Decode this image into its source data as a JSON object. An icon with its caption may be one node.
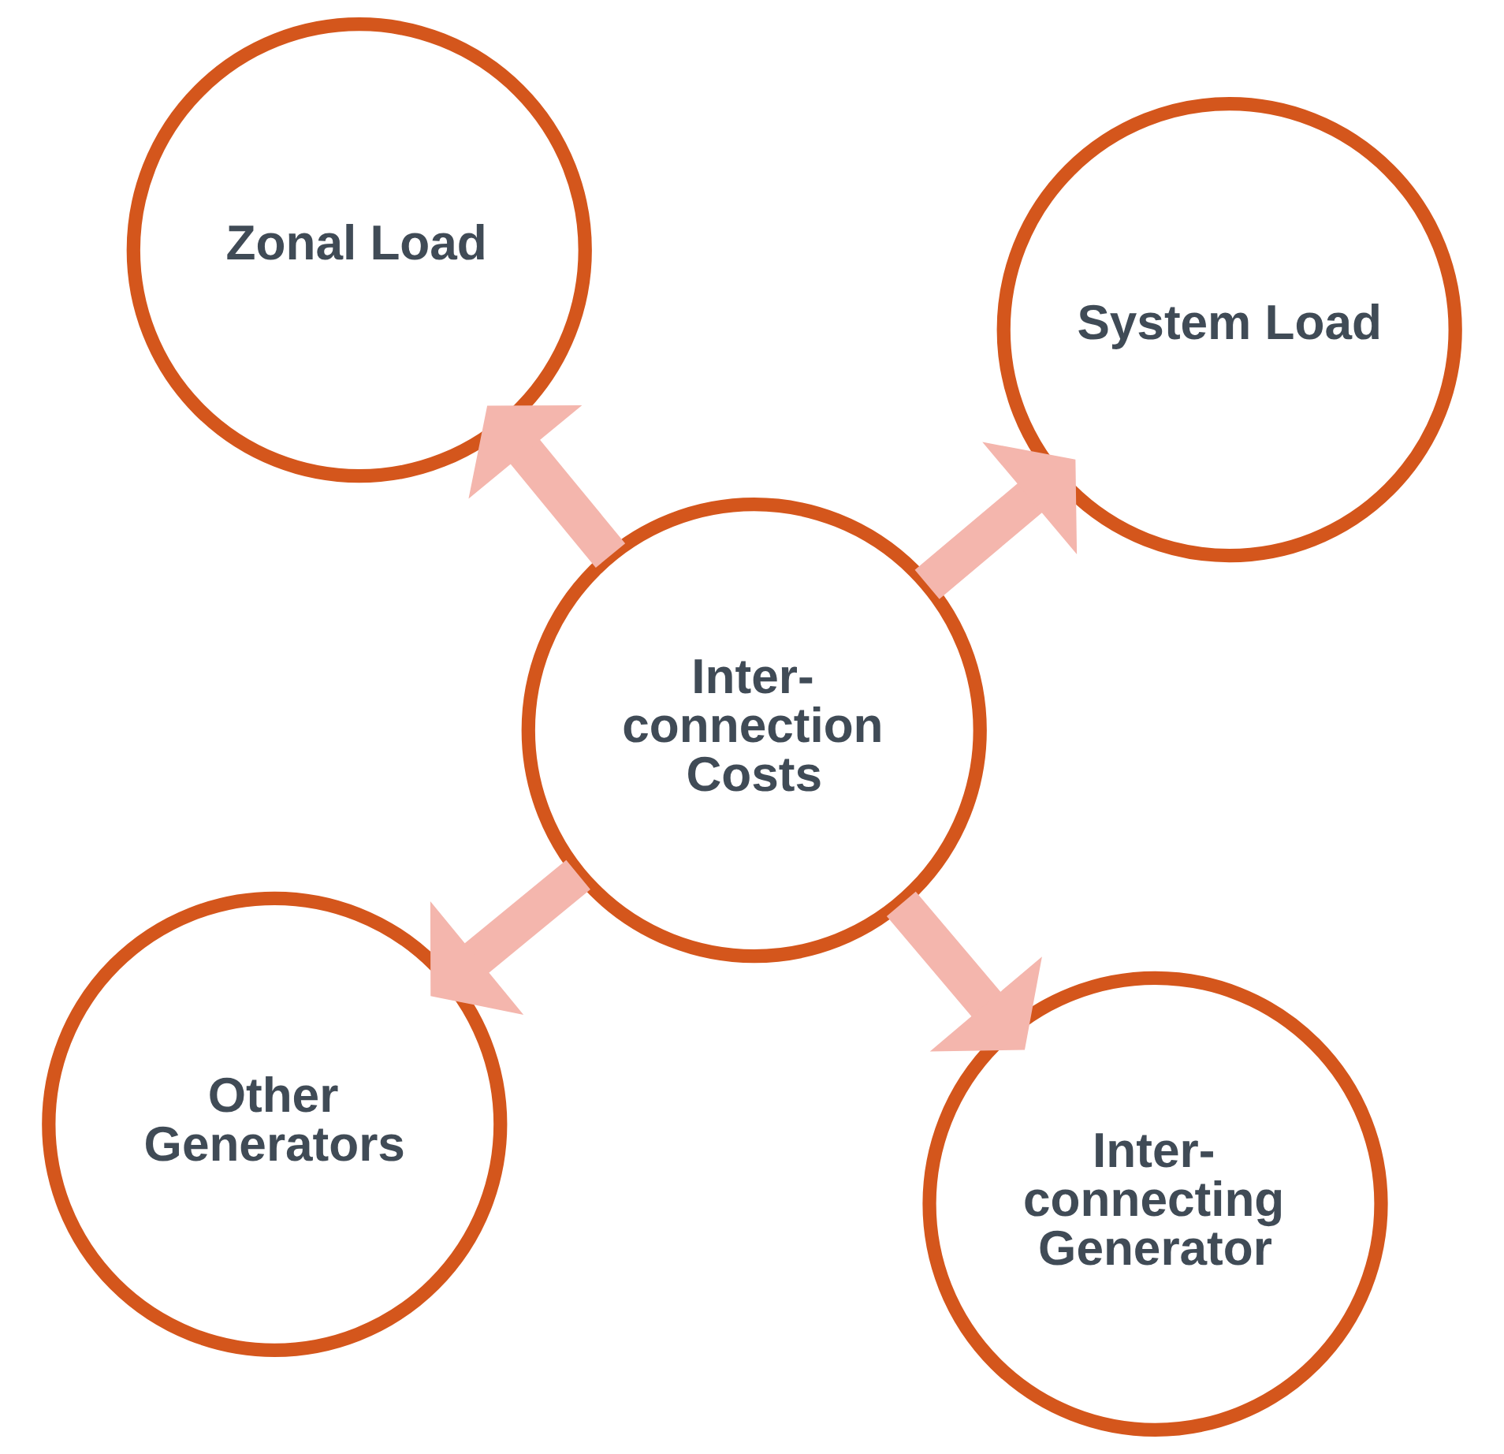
{
  "diagram": {
    "nodes": [
      {
        "text": [
          "Other Generators"
        ]
      },
      {
        "text": [
          "Inter- connecting Generator"
        ]
      },
      {
        "text": [
          "Inter- connection Costs"
        ]
      },
      {
        "text": [
          "Zonal Load"
        ]
      },
      {
        "text": [
          "System Load"
        ]
      }
    ],
    "edges": [
      {
        "from": 2,
        "to": 0,
        "arrow": "to"
      },
      {
        "from": 2,
        "to": 1,
        "arrow": "to"
      },
      {
        "from": 2,
        "to": 3,
        "arrow": "to"
      },
      {
        "from": 2,
        "to": 4,
        "arrow": "to"
      }
    ]
  }
}
